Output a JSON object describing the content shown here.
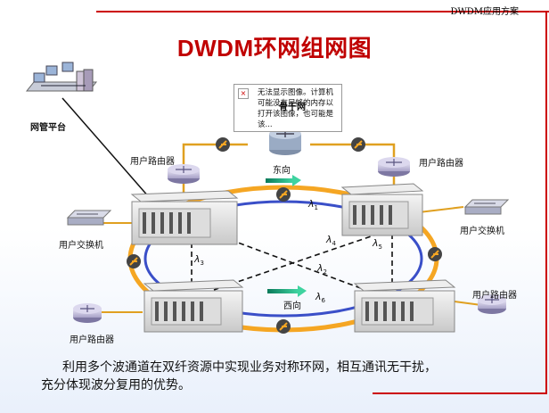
{
  "header": {
    "label": "DWDM应用方案"
  },
  "title": "DWDM环网组网图",
  "mgmt": {
    "label": "网管平台"
  },
  "broken_image": {
    "message": "无法显示图像。计算机可能没有足够的内存以打开该图像，也可能是该...",
    "overlay_text": "骨干网"
  },
  "labels": {
    "router_top_left": "用户路由器",
    "router_top_right": "用户路由器",
    "router_bottom_left": "用户路由器",
    "router_bottom_right": "用户路由器",
    "switch_left": "用户交换机",
    "switch_right": "用户交换机",
    "east": "东向",
    "west": "西向"
  },
  "lambdas": [
    {
      "id": "l1",
      "sub": "1"
    },
    {
      "id": "l2",
      "sub": "2"
    },
    {
      "id": "l3",
      "sub": "3"
    },
    {
      "id": "l4",
      "sub": "4"
    },
    {
      "id": "l5",
      "sub": "5"
    },
    {
      "id": "l6",
      "sub": "6"
    }
  ],
  "lambda_symbol": "λ",
  "caption": {
    "line1": "利用多个波通道在双纤资源中实现业务对称环网，相互通讯无干扰，",
    "line2": "充分体现波分复用的优势。"
  },
  "colors": {
    "header_line": "#cc0000",
    "title": "#c00000",
    "ring_outer": "#f5a623",
    "ring_inner": "#3a4fc8",
    "fiber": "#e0a020"
  }
}
